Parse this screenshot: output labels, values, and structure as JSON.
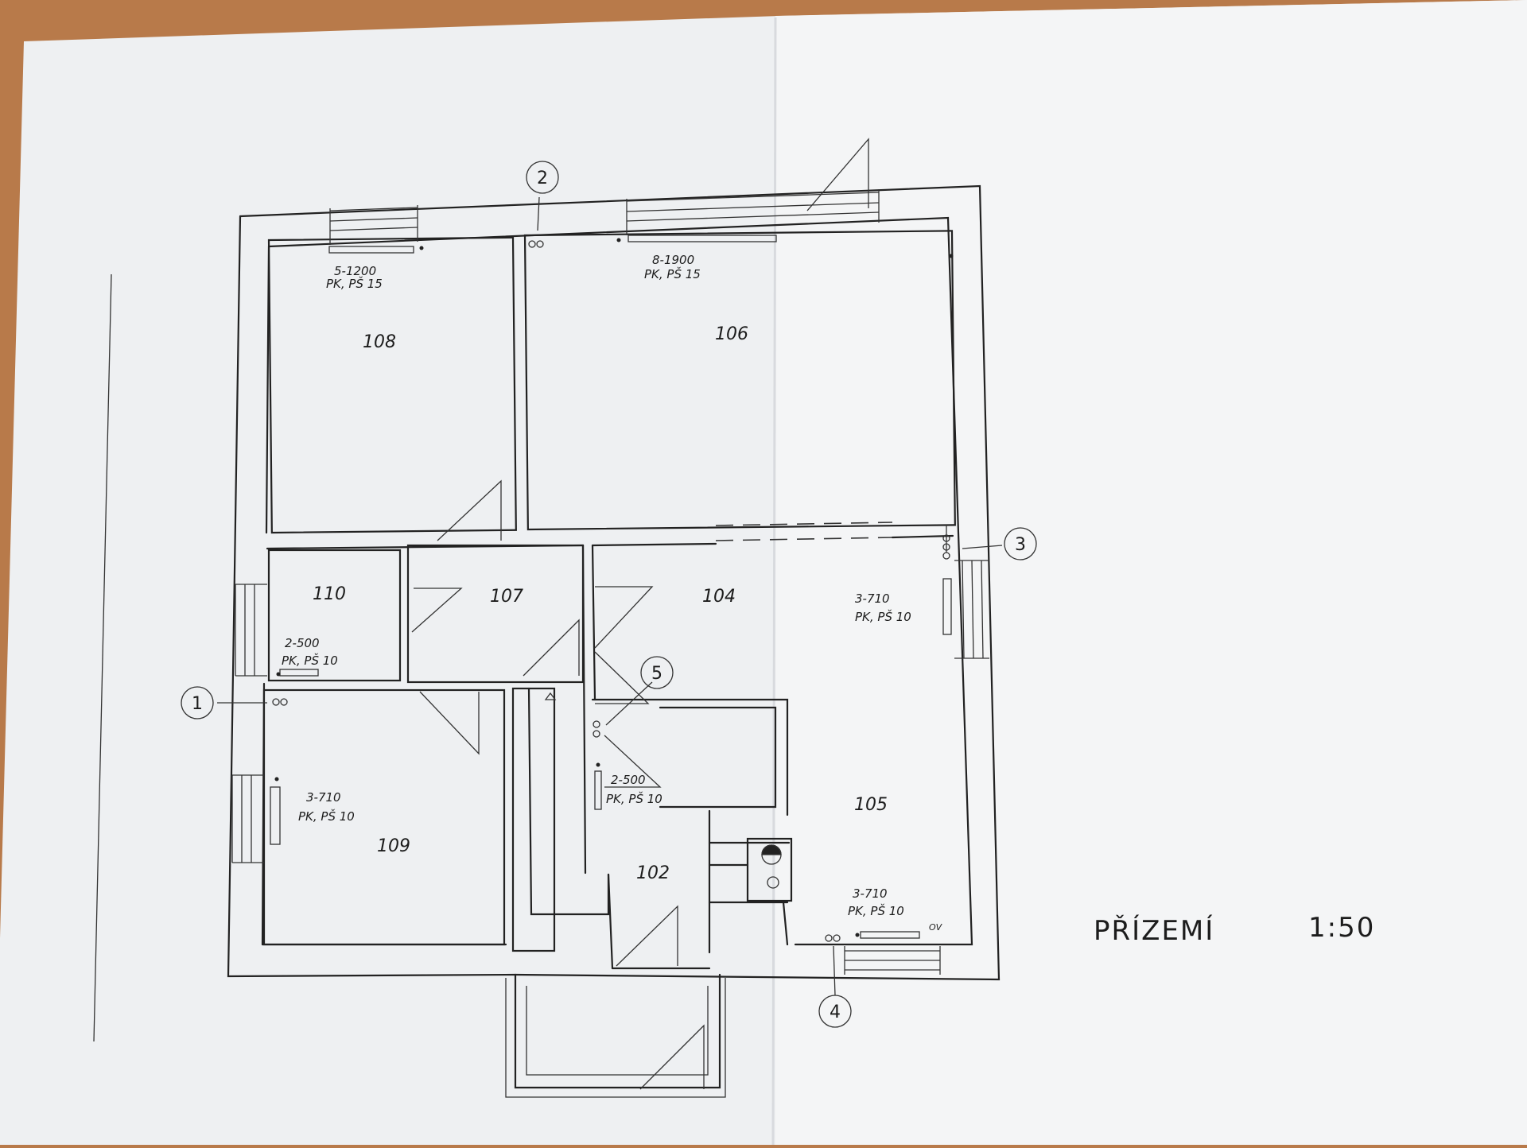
{
  "drawing": {
    "title": "PŘÍZEMÍ",
    "scale": "1:50"
  },
  "rooms": [
    {
      "id": "108",
      "label": "108"
    },
    {
      "id": "106",
      "label": "106"
    },
    {
      "id": "110",
      "label": "110"
    },
    {
      "id": "107",
      "label": "107"
    },
    {
      "id": "104",
      "label": "104"
    },
    {
      "id": "109",
      "label": "109"
    },
    {
      "id": "105",
      "label": "105"
    },
    {
      "id": "102",
      "label": "102"
    }
  ],
  "radiators": [
    {
      "id": "r108",
      "spec": "5-1200",
      "type": "PK, PŠ 15"
    },
    {
      "id": "r106",
      "spec": "8-1900",
      "type": "PK, PŠ 15"
    },
    {
      "id": "r110",
      "spec": "2-500",
      "type": "PK, PŠ 10"
    },
    {
      "id": "r105a",
      "spec": "3-710",
      "type": "PK, PŠ 10"
    },
    {
      "id": "r109",
      "spec": "3-710",
      "type": "PK, PŠ 10"
    },
    {
      "id": "r102",
      "spec": "2-500",
      "type": "PK, PŠ 10"
    },
    {
      "id": "r105b",
      "spec": "3-710",
      "type": "PK, PŠ 10"
    }
  ],
  "extra_note": "OV",
  "risers": [
    {
      "id": "1",
      "label": "1"
    },
    {
      "id": "2",
      "label": "2"
    },
    {
      "id": "3",
      "label": "3"
    },
    {
      "id": "4",
      "label": "4"
    },
    {
      "id": "5",
      "label": "5"
    }
  ],
  "colors": {
    "paper": "#eef0f2",
    "desk": "#b87a4a",
    "ink": "#222222"
  }
}
